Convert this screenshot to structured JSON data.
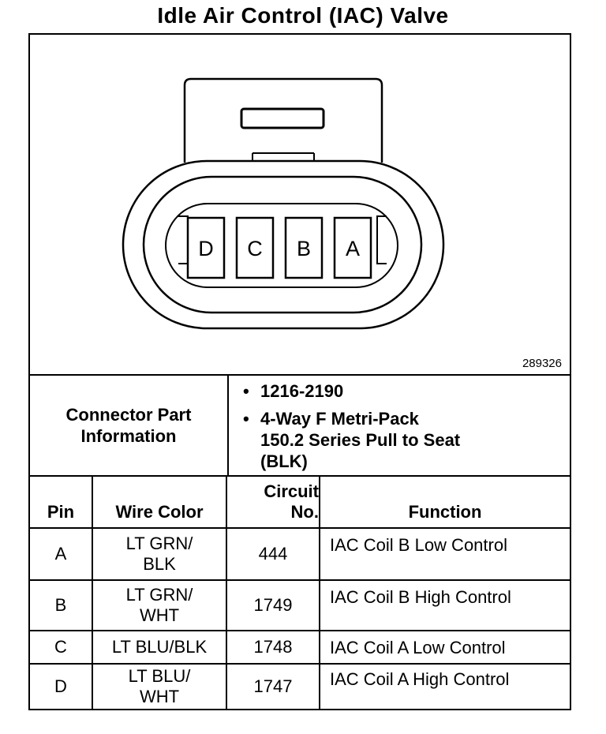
{
  "title": "Idle Air Control (IAC) Valve",
  "figure_id": "289326",
  "connector": {
    "pins": [
      "D",
      "C",
      "B",
      "A"
    ]
  },
  "connector_info": {
    "label_lines": [
      "Connector Part",
      "Information"
    ],
    "items": [
      "1216-2190",
      "4-Way F Metri-Pack 150.2 Series Pull to Seat (BLK)"
    ]
  },
  "table": {
    "headers": {
      "pin": "Pin",
      "wire_color": "Wire Color",
      "circuit_line1": "Circuit",
      "circuit_line2": "No.",
      "function": "Function"
    },
    "rows": [
      {
        "pin": "A",
        "wire1": "LT GRN/",
        "wire2": "BLK",
        "circuit": "444",
        "function": "IAC Coil B Low Control"
      },
      {
        "pin": "B",
        "wire1": "LT GRN/",
        "wire2": "WHT",
        "circuit": "1749",
        "function": "IAC Coil B High Control"
      },
      {
        "pin": "C",
        "wire1": "LT BLU/BLK",
        "wire2": "",
        "circuit": "1748",
        "function": "IAC Coil A Low Control"
      },
      {
        "pin": "D",
        "wire1": "LT BLU/",
        "wire2": "WHT",
        "circuit": "1747",
        "function": "IAC Coil A High Control"
      }
    ]
  }
}
